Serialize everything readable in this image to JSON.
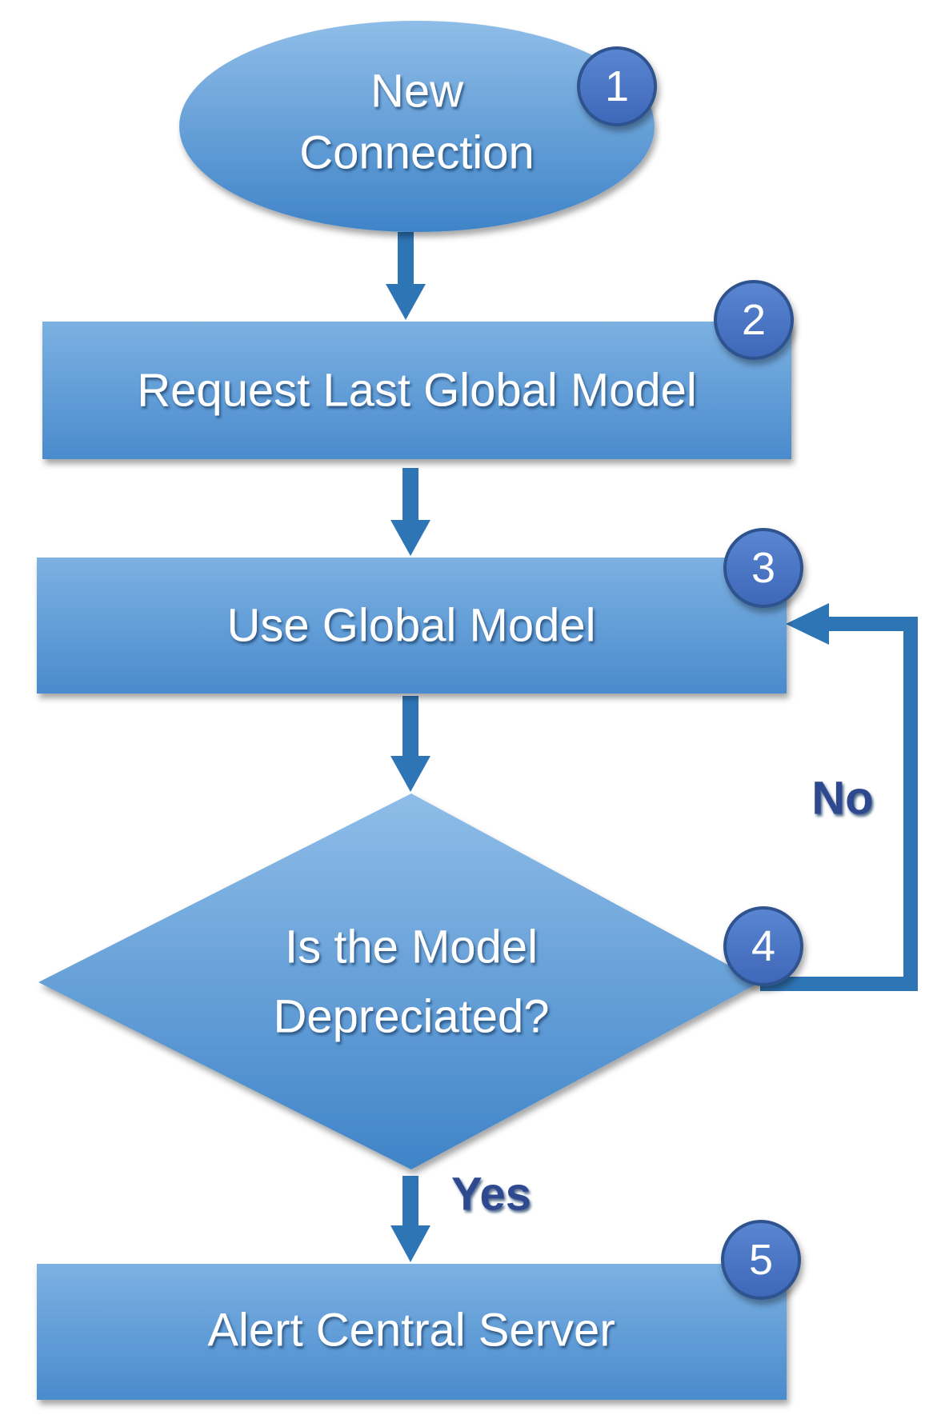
{
  "nodes": {
    "start": {
      "line1": "New",
      "line2": "Connection",
      "badge": "1"
    },
    "request": {
      "label": "Request Last Global Model",
      "badge": "2"
    },
    "use": {
      "label": "Use Global Model",
      "badge": "3"
    },
    "decision": {
      "line1": "Is the Model",
      "line2": "Depreciated?",
      "badge": "4"
    },
    "alert": {
      "label": "Alert Central Server",
      "badge": "5"
    }
  },
  "edges": {
    "no_label": "No",
    "yes_label": "Yes"
  },
  "colors": {
    "shape_top": "#8dbbe6",
    "shape_bottom": "#3f84c8",
    "arrow": "#2e75b6",
    "badge_fill": "#4472c4",
    "badge_stroke": "#2f528f",
    "label": "#2f4a8f"
  }
}
